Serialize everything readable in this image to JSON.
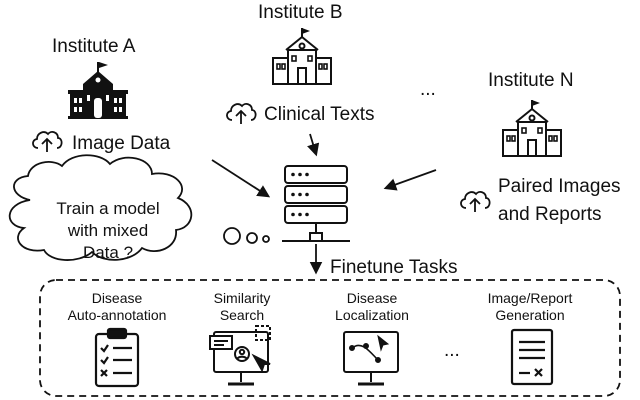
{
  "institutes": {
    "a": {
      "name": "Institute A",
      "data": "Image Data"
    },
    "b": {
      "name": "Institute B",
      "data": "Clinical Texts"
    },
    "n": {
      "name": "Institute N",
      "data_line1": "Paired Images",
      "data_line2": "and Reports"
    },
    "ellipsis": "..."
  },
  "thought": {
    "line1": "Train a model",
    "line2": "with mixed",
    "line3": "Data ?"
  },
  "finetune": {
    "title": "Finetune Tasks"
  },
  "tasks": [
    {
      "line1": "Disease",
      "line2": "Auto-annotation"
    },
    {
      "line1": "Similarity",
      "line2": "Search"
    },
    {
      "line1": "Disease",
      "line2": "Localization"
    },
    {
      "line1": "Image/Report",
      "line2": "Generation"
    }
  ],
  "tasks_ellipsis": "...",
  "icons": [
    "school-building-icon",
    "cloud-upload-icon",
    "server-icon",
    "thought-cloud-icon",
    "clipboard-checklist-icon",
    "monitor-search-icon",
    "monitor-localization-icon",
    "report-document-icon"
  ]
}
